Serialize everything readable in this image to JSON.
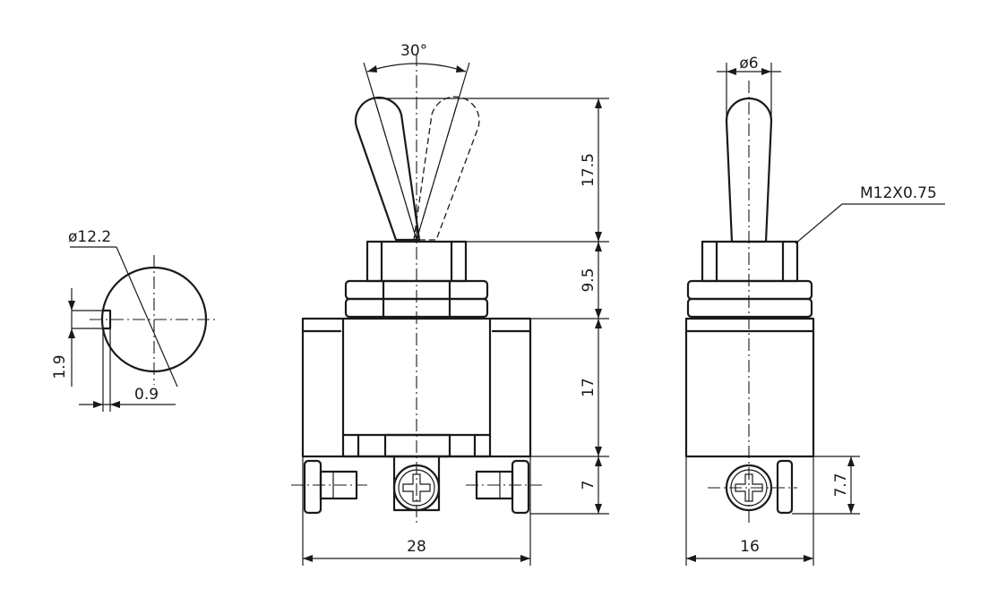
{
  "dimensions": {
    "toggle_angle": "30°",
    "lever_diameter": "ø6",
    "thread": "M12X0.75",
    "lever_height": "17.5",
    "bushing_height": "9.5",
    "body_height": "17",
    "terminal_height": "7",
    "terminal_height_side": "7.7",
    "body_width": "28",
    "body_depth": "16",
    "panel_hole_diameter": "ø12.2",
    "key_width": "1.9",
    "key_depth": "0.9"
  },
  "colors": {
    "line": "#1a1a1a",
    "background": "#ffffff"
  }
}
